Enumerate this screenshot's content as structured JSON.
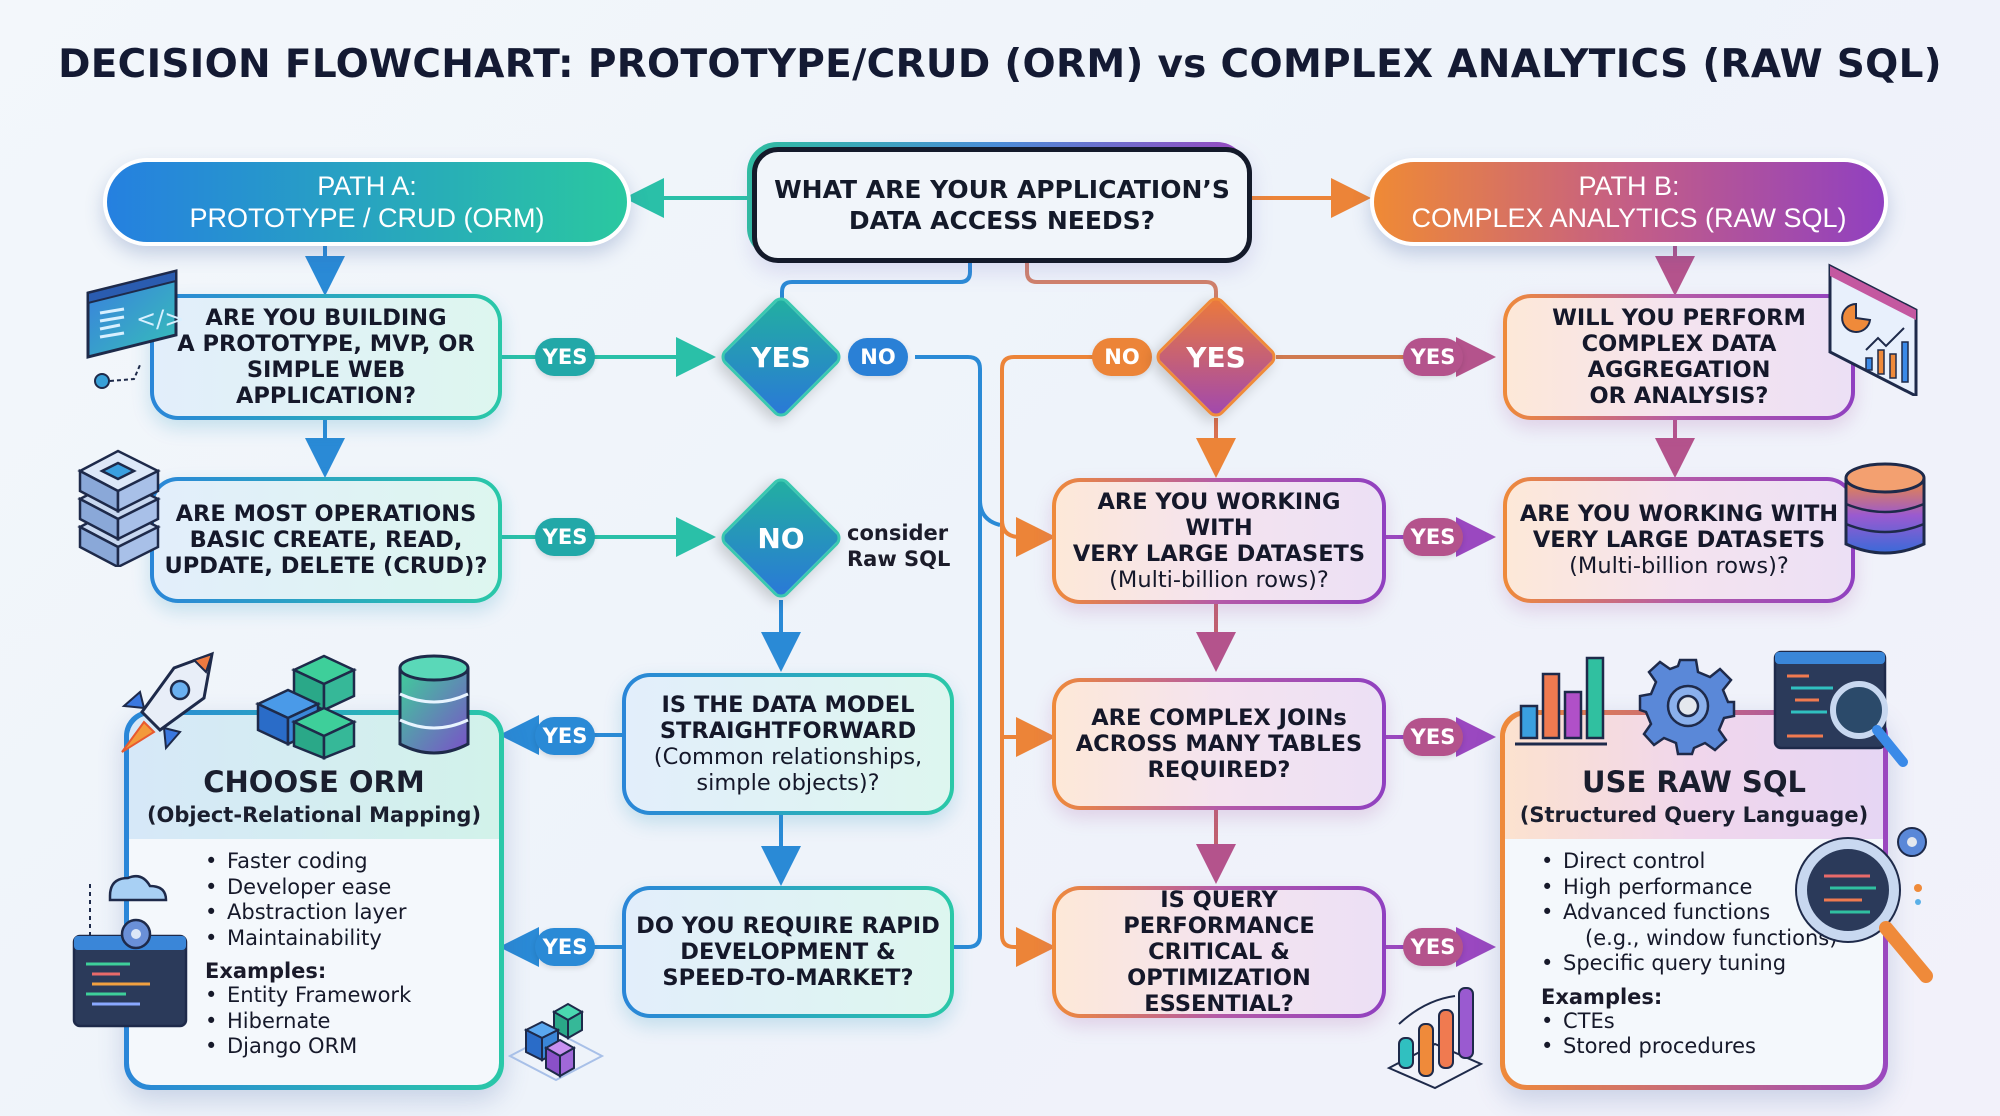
{
  "title": "DECISION FLOWCHART: PROTOTYPE/CRUD (ORM) vs COMPLEX ANALYTICS (RAW SQL)",
  "colors": {
    "path_a_start": "#2580e0",
    "path_a_end": "#2ac8a0",
    "path_b_start": "#ef8a35",
    "path_b_end": "#9040c0",
    "cool_line": "#2a8ad6",
    "teal_line": "#2ac0a8",
    "warm_line": "#ec8438",
    "plum_line": "#b4538c",
    "text_dark": "#141a33",
    "background": "#eef3fa"
  },
  "root": {
    "line1": "WHAT ARE YOUR APPLICATION’S",
    "line2": "DATA ACCESS NEEDS?"
  },
  "path_a": {
    "line1": "PATH A:",
    "line2": "PROTOTYPE / CRUD (ORM)"
  },
  "path_b": {
    "line1": "PATH B:",
    "line2": "COMPLEX ANALYTICS (RAW SQL)"
  },
  "left_questions": [
    {
      "lines": [
        "ARE YOU BUILDING",
        "A PROTOTYPE, MVP, OR",
        "SIMPLE WEB APPLICATION?"
      ]
    },
    {
      "lines": [
        "ARE MOST OPERATIONS",
        "BASIC CREATE, READ,",
        "UPDATE, DELETE (CRUD)?"
      ]
    }
  ],
  "center_left_questions": [
    {
      "lines": [
        "IS THE DATA MODEL",
        "STRAIGHTFORWARD"
      ],
      "sub": [
        "(Common relationships,",
        "simple objects)?"
      ]
    },
    {
      "lines": [
        "DO YOU REQUIRE RAPID",
        "DEVELOPMENT &",
        "SPEED-TO-MARKET?"
      ]
    }
  ],
  "center_right_questions": [
    {
      "lines": [
        "ARE YOU WORKING WITH",
        "VERY LARGE DATASETS"
      ],
      "sub": [
        "(Multi-billion rows)?"
      ]
    },
    {
      "lines": [
        "ARE COMPLEX JOINs",
        "ACROSS MANY TABLES",
        "REQUIRED?"
      ]
    },
    {
      "lines": [
        "IS QUERY PERFORMANCE",
        "CRITICAL & OPTIMIZATION",
        "ESSENTIAL?"
      ]
    }
  ],
  "right_questions": [
    {
      "lines": [
        "WILL YOU PERFORM",
        "COMPLEX DATA AGGREGATION",
        "OR ANALYSIS?"
      ]
    },
    {
      "lines": [
        "ARE YOU WORKING WITH",
        "VERY LARGE DATASETS"
      ],
      "sub": [
        "(Multi-billion rows)?"
      ]
    }
  ],
  "decisions": {
    "cool_top": "YES",
    "cool_bottom": "NO",
    "warm_top": "YES"
  },
  "labels": {
    "yes": "YES",
    "no": "NO",
    "consider_line1": "consider",
    "consider_line2": "Raw SQL"
  },
  "orm_result": {
    "title": "CHOOSE ORM",
    "subtitle": "(Object-Relational Mapping)",
    "benefits": [
      "Faster coding",
      "Developer ease",
      "Abstraction layer",
      "Maintainability"
    ],
    "examples_label": "Examples:",
    "examples": [
      "Entity Framework",
      "Hibernate",
      "Django ORM"
    ]
  },
  "sql_result": {
    "title": "USE RAW SQL",
    "subtitle": "(Structured Query Language)",
    "benefits": [
      "Direct control",
      "High performance",
      "Advanced functions"
    ],
    "benefit_continuation": "(e.g., window functions)",
    "benefits_after": [
      "Specific query tuning"
    ],
    "examples_label": "Examples:",
    "examples": [
      "CTEs",
      "Stored procedures"
    ]
  },
  "icons": {
    "code_window": "code-window-icon",
    "server_stack": "server-stack-icon",
    "rocket": "rocket-icon",
    "lego_blocks": "building-blocks-icon",
    "database_cool": "database-icon",
    "cloud_gear_code": "cloud-gear-code-icon",
    "cubes": "cubes-icon",
    "dashboard_chart": "analytics-dashboard-icon",
    "database_warm": "database-icon",
    "bar_chart": "bar-chart-icon",
    "gear": "gear-icon",
    "code_search": "code-search-icon",
    "magnifier": "magnifier-icon",
    "bar_chart_3d": "growth-chart-icon"
  }
}
